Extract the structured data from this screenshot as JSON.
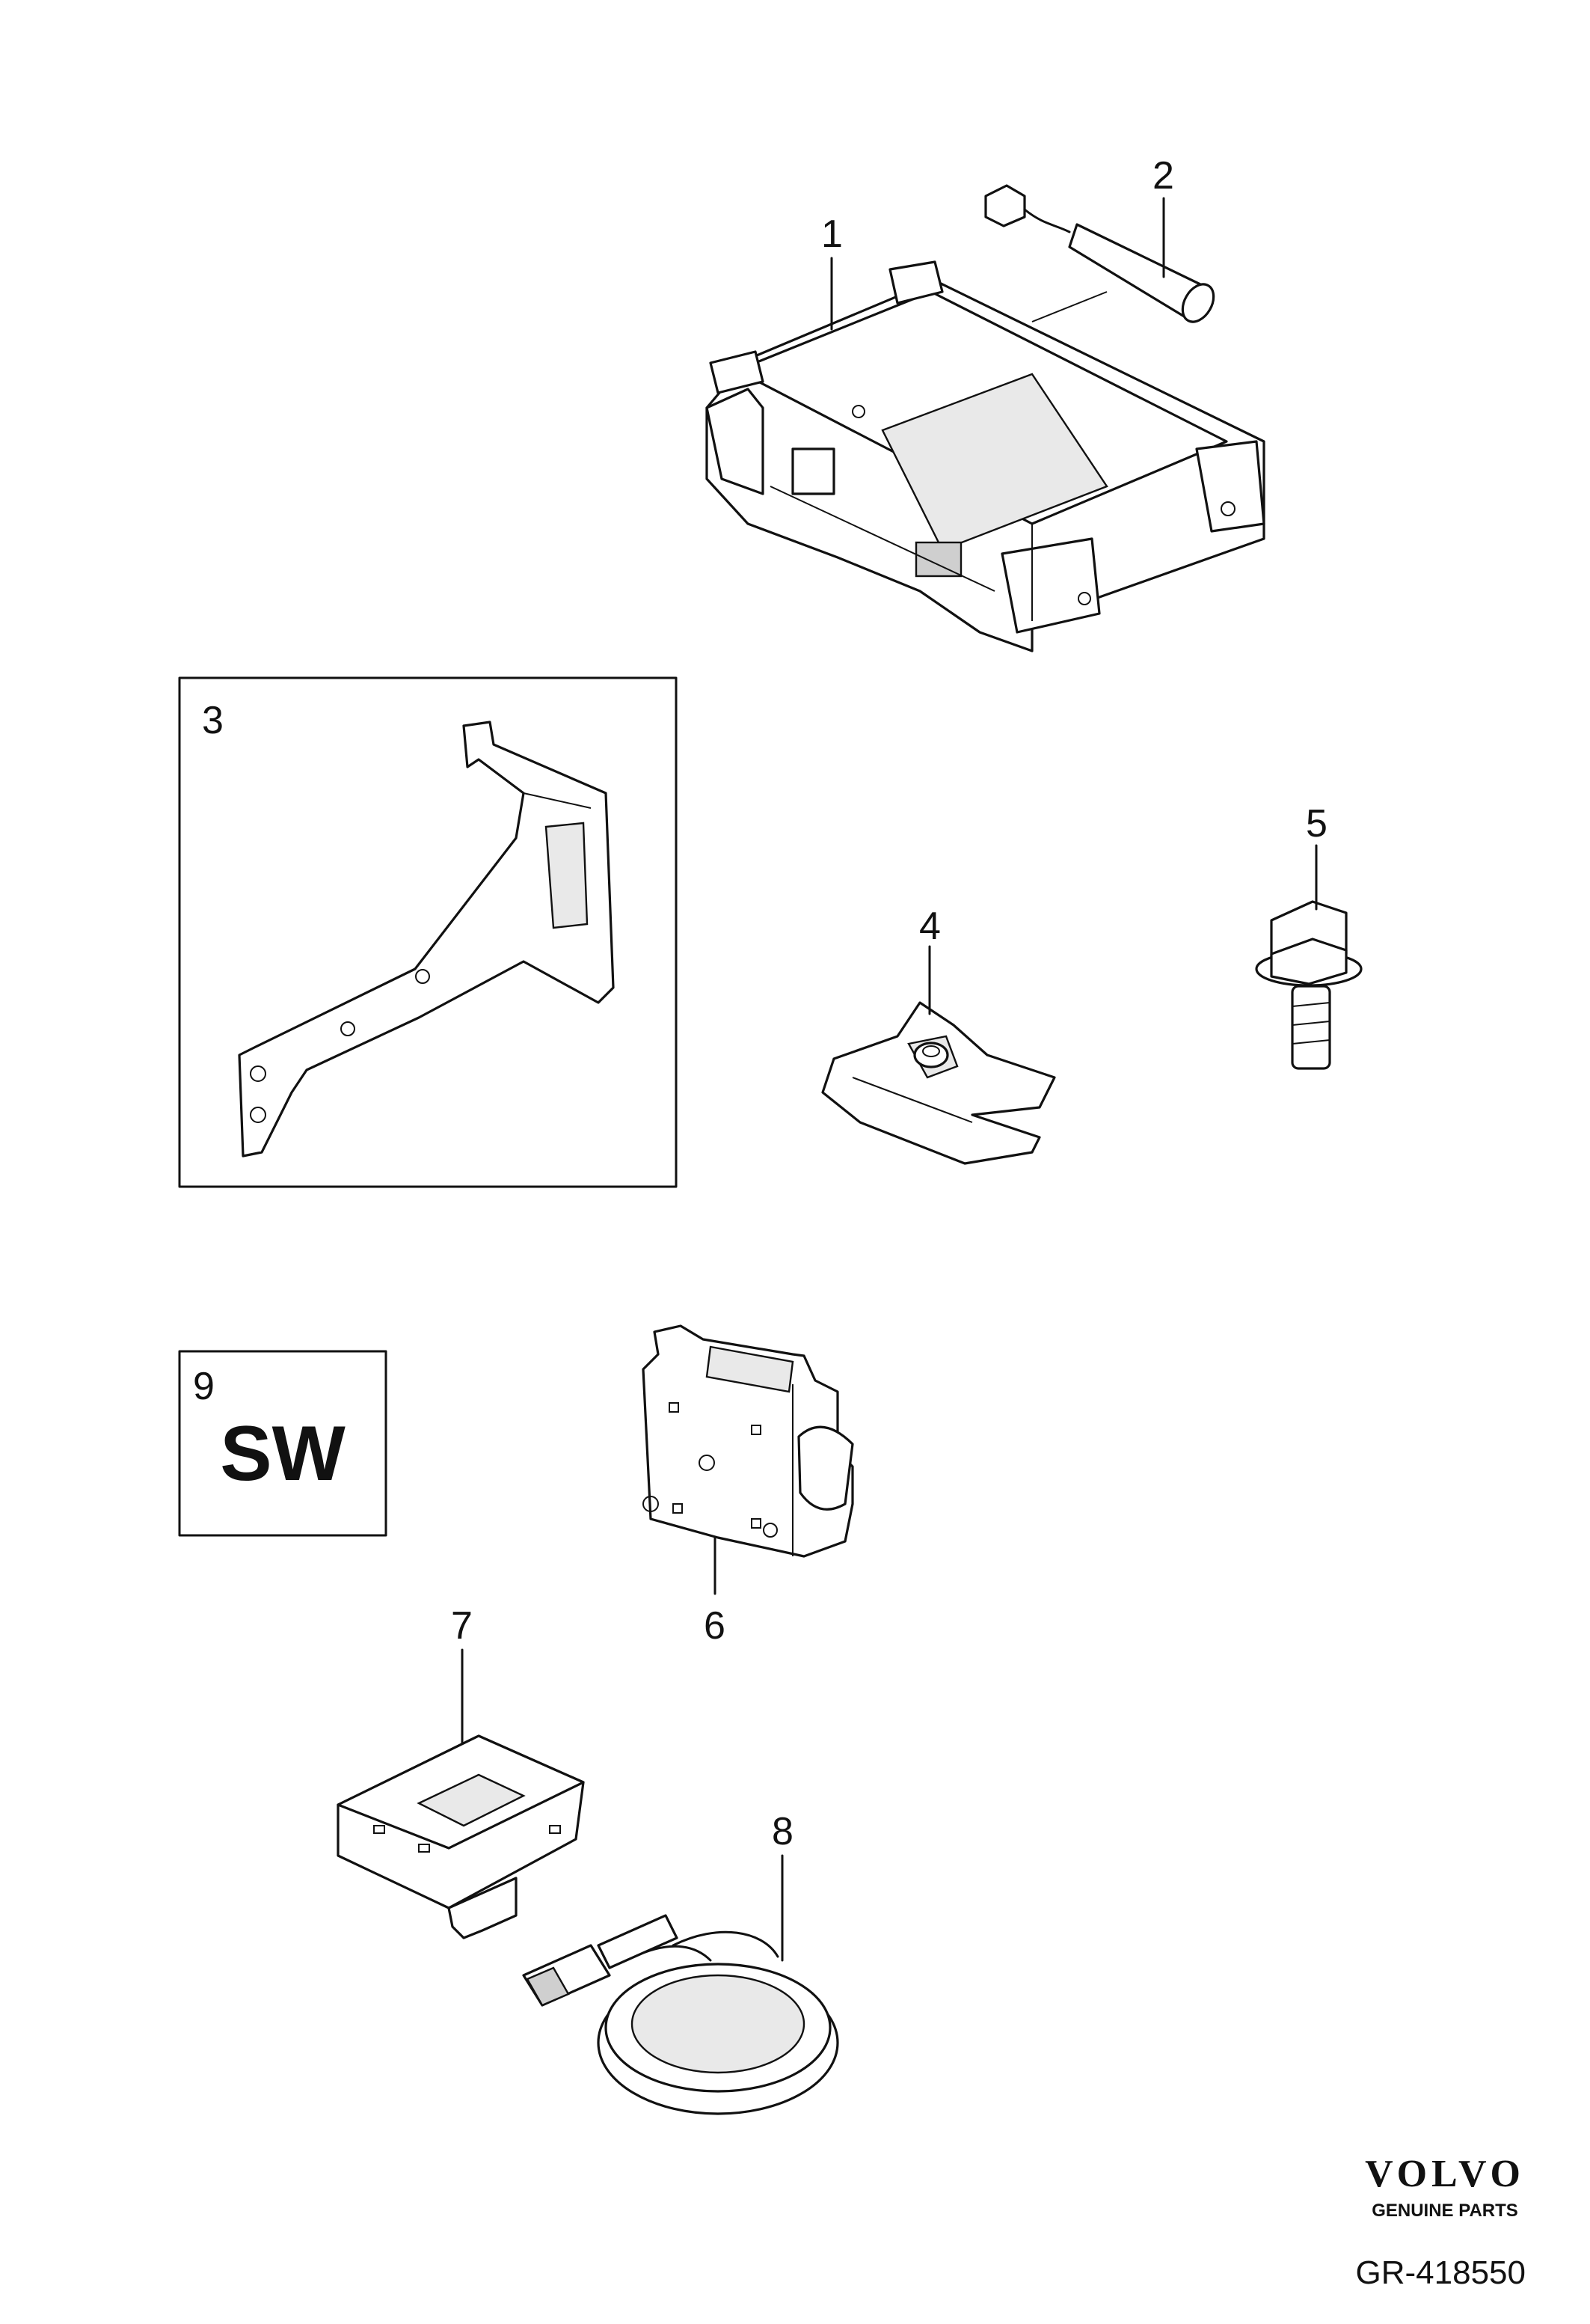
{
  "callouts": [
    {
      "id": "1",
      "label": "1"
    },
    {
      "id": "2",
      "label": "2"
    },
    {
      "id": "3",
      "label": "3"
    },
    {
      "id": "4",
      "label": "4"
    },
    {
      "id": "5",
      "label": "5"
    },
    {
      "id": "6",
      "label": "6"
    },
    {
      "id": "7",
      "label": "7"
    },
    {
      "id": "8",
      "label": "8"
    },
    {
      "id": "9",
      "label": "9"
    }
  ],
  "software_box": {
    "label": "SW"
  },
  "brand": {
    "name": "VOLVO",
    "tagline": "GENUINE PARTS"
  },
  "diagram_ref": "GR-418550"
}
